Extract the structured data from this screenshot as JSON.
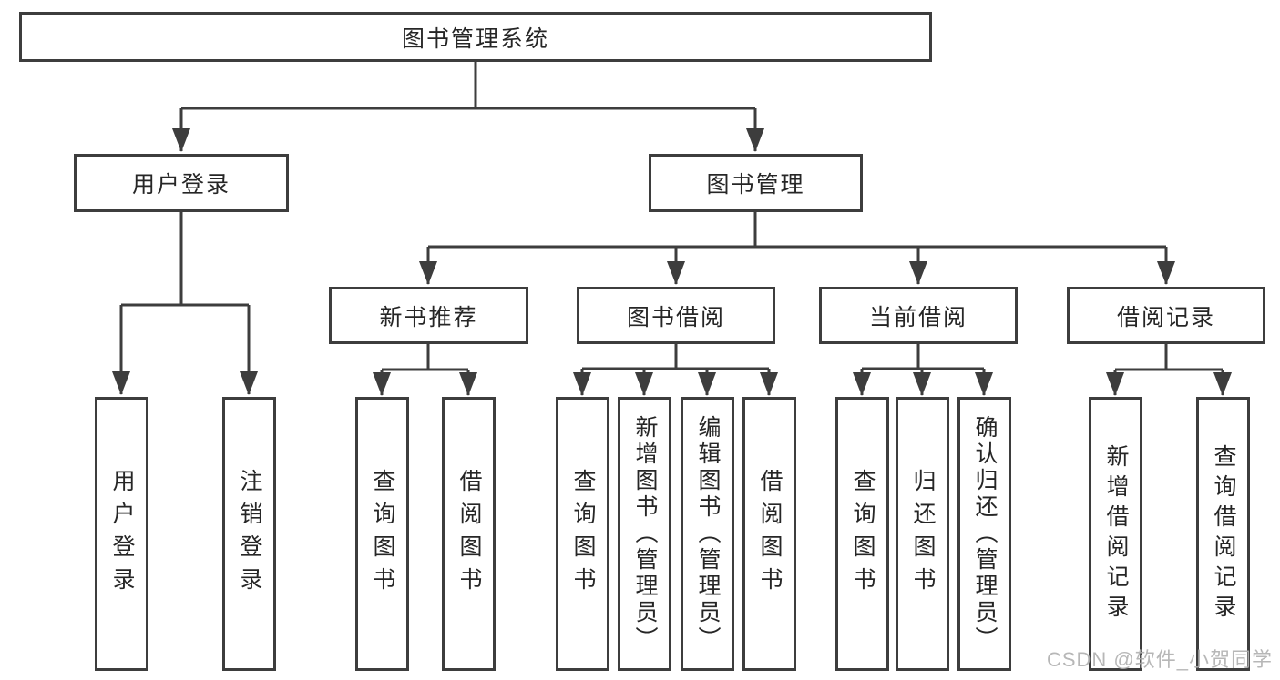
{
  "tree": {
    "root": {
      "label": "图书管理系统"
    },
    "branches": [
      {
        "label": "用户登录",
        "children": [
          {
            "label": "用户登录"
          },
          {
            "label": "注销登录"
          }
        ]
      },
      {
        "label": "图书管理",
        "children": [
          {
            "label": "新书推荐",
            "children": [
              {
                "label": "查询图书"
              },
              {
                "label": "借阅图书"
              }
            ]
          },
          {
            "label": "图书借阅",
            "children": [
              {
                "label": "查询图书"
              },
              {
                "label": "新增图书（管理员）"
              },
              {
                "label": "编辑图书（管理员）"
              },
              {
                "label": "借阅图书"
              }
            ]
          },
          {
            "label": "当前借阅",
            "children": [
              {
                "label": "查询图书"
              },
              {
                "label": "归还图书"
              },
              {
                "label": "确认归还（管理员）"
              }
            ]
          },
          {
            "label": "借阅记录",
            "children": [
              {
                "label": "新增借阅记录"
              },
              {
                "label": "查询借阅记录"
              }
            ]
          }
        ]
      }
    ]
  },
  "watermark": {
    "text": "CSDN @软件_小贺同学"
  },
  "colors": {
    "line": "#3d3d3d",
    "text": "#262626",
    "watermark": "#b0b0b0",
    "box_fill": "#ffffff"
  }
}
